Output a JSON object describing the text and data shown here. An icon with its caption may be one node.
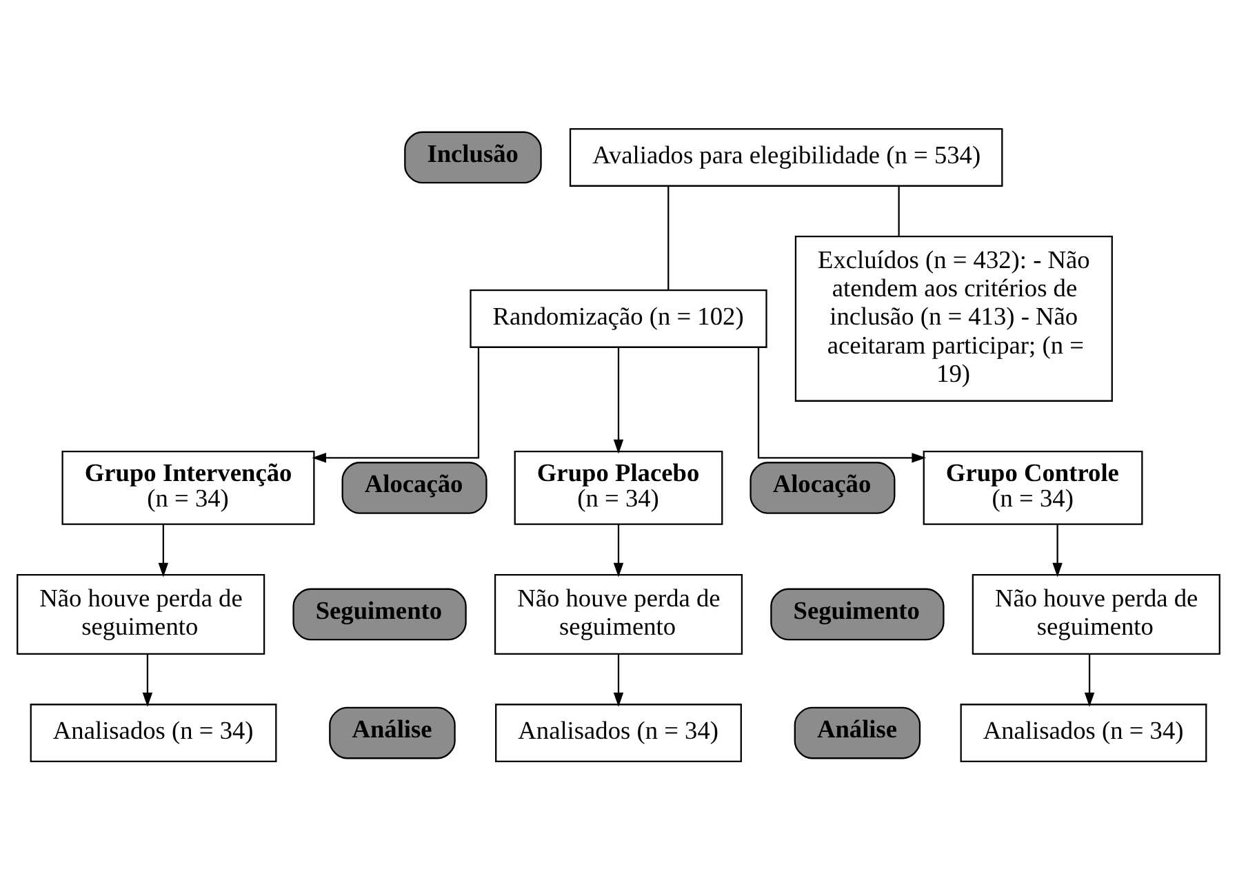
{
  "diagram": {
    "nodes": [
      {
        "text": [
          "Inclusão"
        ]
      },
      {
        "text": [
          "Avaliados para elegibilidade (n = 534)"
        ]
      },
      {
        "text": [
          "Excluídos (n = 432): - Não atendem aos critérios de inclusão (n = 413) - Não aceitaram participar; (n = 19)"
        ]
      },
      {
        "text": [
          "Randomização (n = 102)"
        ]
      },
      {
        "text": [
          "Alocação"
        ]
      },
      {
        "text": [
          "Alocação"
        ]
      },
      {
        "text": [
          "Grupo Intervenção",
          "(n = 34)"
        ]
      },
      {
        "text": [
          "Grupo Placebo",
          "(n = 34)"
        ]
      },
      {
        "text": [
          "Grupo Controle",
          "(n = 34)"
        ]
      },
      {
        "text": [
          "Seguimento"
        ]
      },
      {
        "text": [
          "Seguimento"
        ]
      },
      {
        "text": [
          "Não houve perda de seguimento"
        ]
      },
      {
        "text": [
          "Não houve perda de seguimento"
        ]
      },
      {
        "text": [
          "Não houve perda de seguimento"
        ]
      },
      {
        "text": [
          "Análise"
        ]
      },
      {
        "text": [
          "Análise"
        ]
      },
      {
        "text": [
          "Analisados (n = 34)"
        ]
      },
      {
        "text": [
          "Analisados (n = 34)"
        ]
      },
      {
        "text": [
          "Analisados (n = 34)"
        ]
      }
    ],
    "edges": [
      {
        "from": 1,
        "to": 2,
        "arrow": "none"
      },
      {
        "from": 1,
        "to": 3,
        "arrow": "none"
      },
      {
        "from": 3,
        "to": 6,
        "arrow": "to"
      },
      {
        "from": 3,
        "to": 7,
        "arrow": "to"
      },
      {
        "from": 3,
        "to": 8,
        "arrow": "to"
      },
      {
        "from": 6,
        "to": 11,
        "arrow": "to"
      },
      {
        "from": 7,
        "to": 12,
        "arrow": "to"
      },
      {
        "from": 8,
        "to": 13,
        "arrow": "to"
      },
      {
        "from": 11,
        "to": 16,
        "arrow": "to"
      },
      {
        "from": 12,
        "to": 17,
        "arrow": "to"
      },
      {
        "from": 13,
        "to": 18,
        "arrow": "to"
      }
    ]
  }
}
